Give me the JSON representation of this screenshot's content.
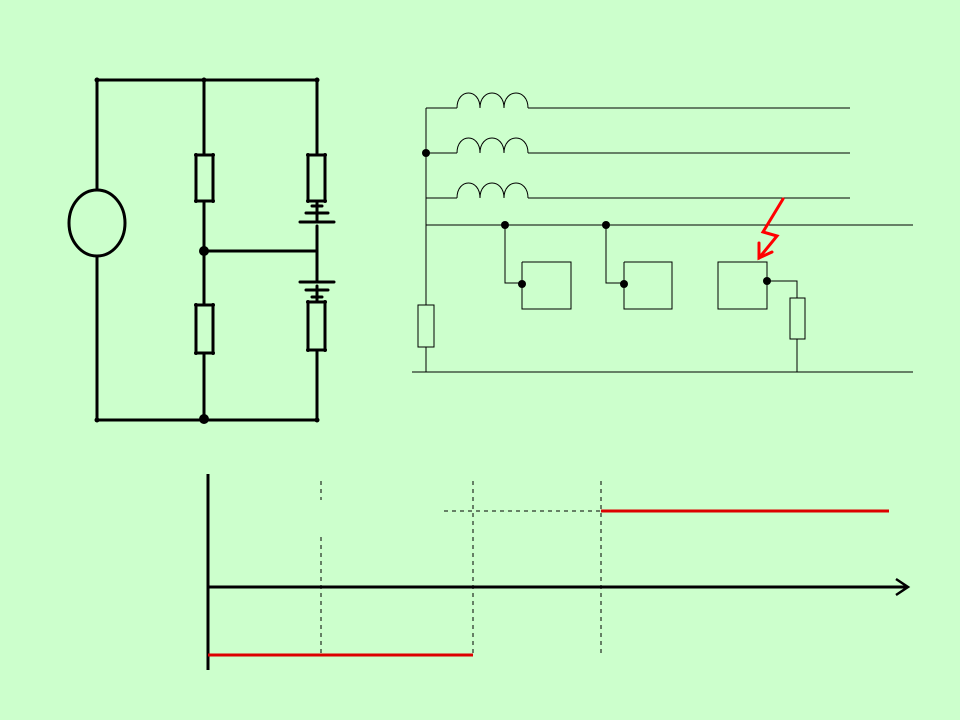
{
  "colors": {
    "background": "#ccffcc",
    "wire": "#000000",
    "fault_arrow": "#ff0000",
    "signal_line": "#dd0000"
  },
  "icons": {
    "voltage_source": "circle-source-icon",
    "resistor": "resistor-icon",
    "battery": "battery-icon",
    "inductor": "inductor-coil-icon",
    "fault": "lightning-fault-icon",
    "equipment": "equipment-box-icon"
  },
  "graph": {
    "axis": "time-axis",
    "low_level_segment": "before-fault",
    "high_level_segment": "after-fault"
  }
}
